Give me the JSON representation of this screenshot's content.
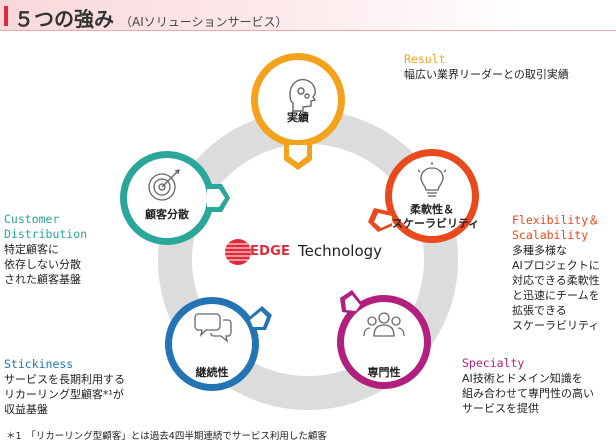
{
  "header": {
    "title": "５つの強み",
    "subtitle": "（AIソリューションサービス）"
  },
  "logo": {
    "brand": "EDGE",
    "tech": "Technology"
  },
  "colors": {
    "result": "#f2a31b",
    "flexibility": "#e8491d",
    "specialty": "#b0207c",
    "stickiness": "#2474b3",
    "customer": "#2aa69a",
    "accent": "#e0293a",
    "ring": "#dcdcdc"
  },
  "nodes": {
    "result": {
      "label": "実績",
      "icon": "head-gears-icon"
    },
    "flexibility": {
      "label_line1": "柔軟性＆",
      "label_line2": "スケーラビリティ",
      "icon": "lightbulb-icon"
    },
    "specialty": {
      "label": "専門性",
      "icon": "people-group-icon"
    },
    "stickiness": {
      "label": "継続性",
      "icon": "chat-bubbles-icon"
    },
    "customer": {
      "label": "顧客分散",
      "icon": "target-icon"
    }
  },
  "descriptions": {
    "result": {
      "title": "Result",
      "lines": [
        "幅広い業界リーダーとの取引実績"
      ]
    },
    "flexibility": {
      "title_line1": "Flexibility＆",
      "title_line2": "Scalability",
      "lines": [
        "多種多様な",
        "AIプロジェクトに",
        "対応できる柔軟性",
        "と迅速にチームを",
        "拡張できる",
        "スケーラビリティ"
      ]
    },
    "specialty": {
      "title": "Specialty",
      "lines": [
        "AI技術とドメイン知識を",
        "組み合わせて専門性の高い",
        "サービスを提供"
      ]
    },
    "stickiness": {
      "title": "Stickiness",
      "lines": [
        "サービスを長期利用する",
        "リカーリング型顧客*¹が",
        "収益基盤"
      ]
    },
    "customer": {
      "title_line1": "Customer",
      "title_line2": "Distribution",
      "lines": [
        "特定顧客に",
        "依存しない分散",
        "された顧客基盤"
      ]
    }
  },
  "footnote": "＊1　「リカーリング型顧客」とは過去4四半期連続でサービス利用した顧客"
}
